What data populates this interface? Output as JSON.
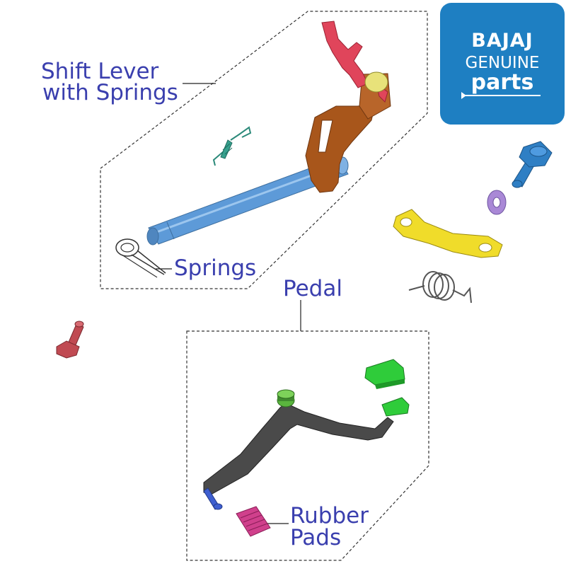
{
  "labels": {
    "shift_lever_line1": "Shift Lever",
    "shift_lever_line2": "with Springs",
    "springs": "Springs",
    "pedal": "Pedal",
    "rubber_line1": "Rubber",
    "rubber_line2": "Pads"
  },
  "logo": {
    "brand": "BAJAJ",
    "line2": "GENUINE",
    "line3": "parts"
  },
  "colors": {
    "label_text": "#3a3fae",
    "logo_bg": "#1e7fc2",
    "shift_lever_arm": "#a8561b",
    "shift_lever_tip": "#e0455b",
    "shaft": "#5d9ad8",
    "spring_green": "#2c8a7a",
    "pedal_arm": "#4a4a4a",
    "pedal_pad": "#2fcc3a",
    "rubber_pad": "#d0408c",
    "yellow_plate": "#f0dc2a",
    "bolt_blue": "#2f7fc4",
    "washer_purple": "#a988d6",
    "bolt_red": "#c04a52"
  }
}
